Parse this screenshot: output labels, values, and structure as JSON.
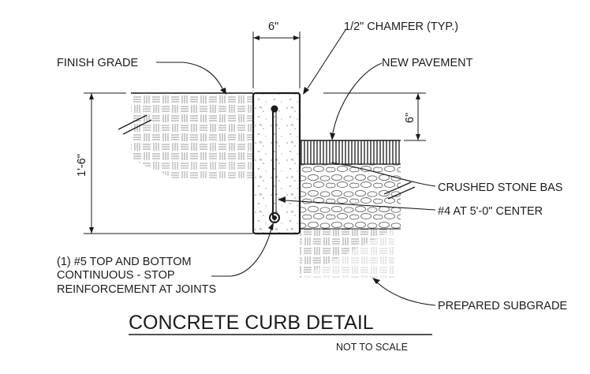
{
  "drawing": {
    "title": "CONCRETE CURB DETAIL",
    "subtitle": "NOT TO SCALE"
  },
  "labels": {
    "top_width": "6\"",
    "chamfer": "1/2\" CHAMFER (TYP.)",
    "finish_grade": "FINISH GRADE",
    "new_pavement": "NEW PAVEMENT",
    "pavement_depth": "6\"",
    "curb_height": "1'-6\"",
    "crushed_stone": "CRUSHED STONE BAS",
    "rebar_vertical": "#4 AT 5'-0\" CENTER",
    "rebar_note": [
      "(1) #5 TOP AND BOTTOM",
      "CONTINUOUS - STOP",
      "REINFORCEMENT AT JOINTS"
    ],
    "prepared_subgrade": "PREPARED SUBGRADE"
  },
  "colors": {
    "linework": "#1a1a1a",
    "hatch": "#7d7d7d",
    "background": "#ffffff"
  }
}
